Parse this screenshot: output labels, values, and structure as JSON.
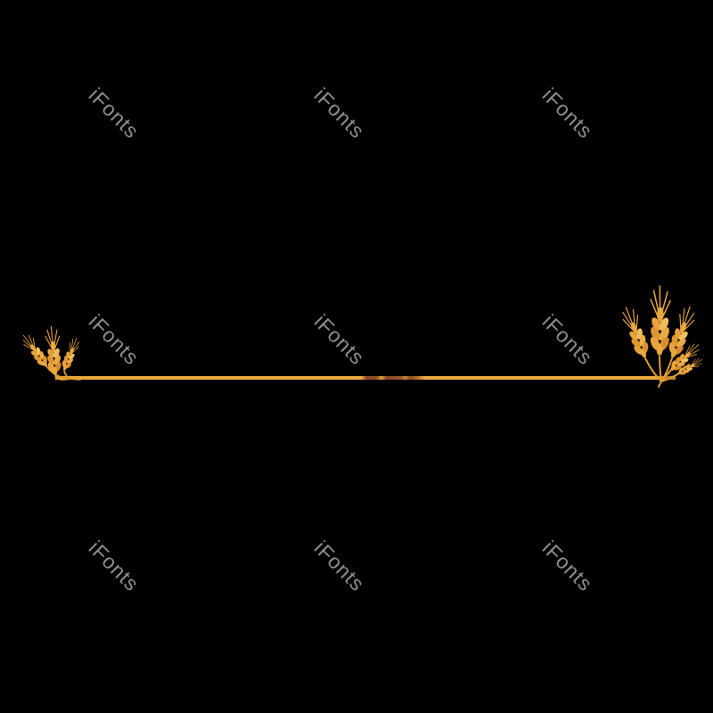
{
  "watermark": {
    "text": "iFonts",
    "color": "#8e8e8e",
    "count": 9,
    "rotation_deg": 45
  },
  "divider": {
    "line_color": "#EBA83F",
    "line_dark_accent": "#8A4526",
    "line_end_highlight": "#C08A36",
    "wheat_gold": "#E8A33C",
    "wheat_dark": "#D98E2B",
    "wheat_light": "#F0BE5C",
    "stem_color": "#DE9A32"
  },
  "canvas": {
    "background_color": "#000000"
  }
}
